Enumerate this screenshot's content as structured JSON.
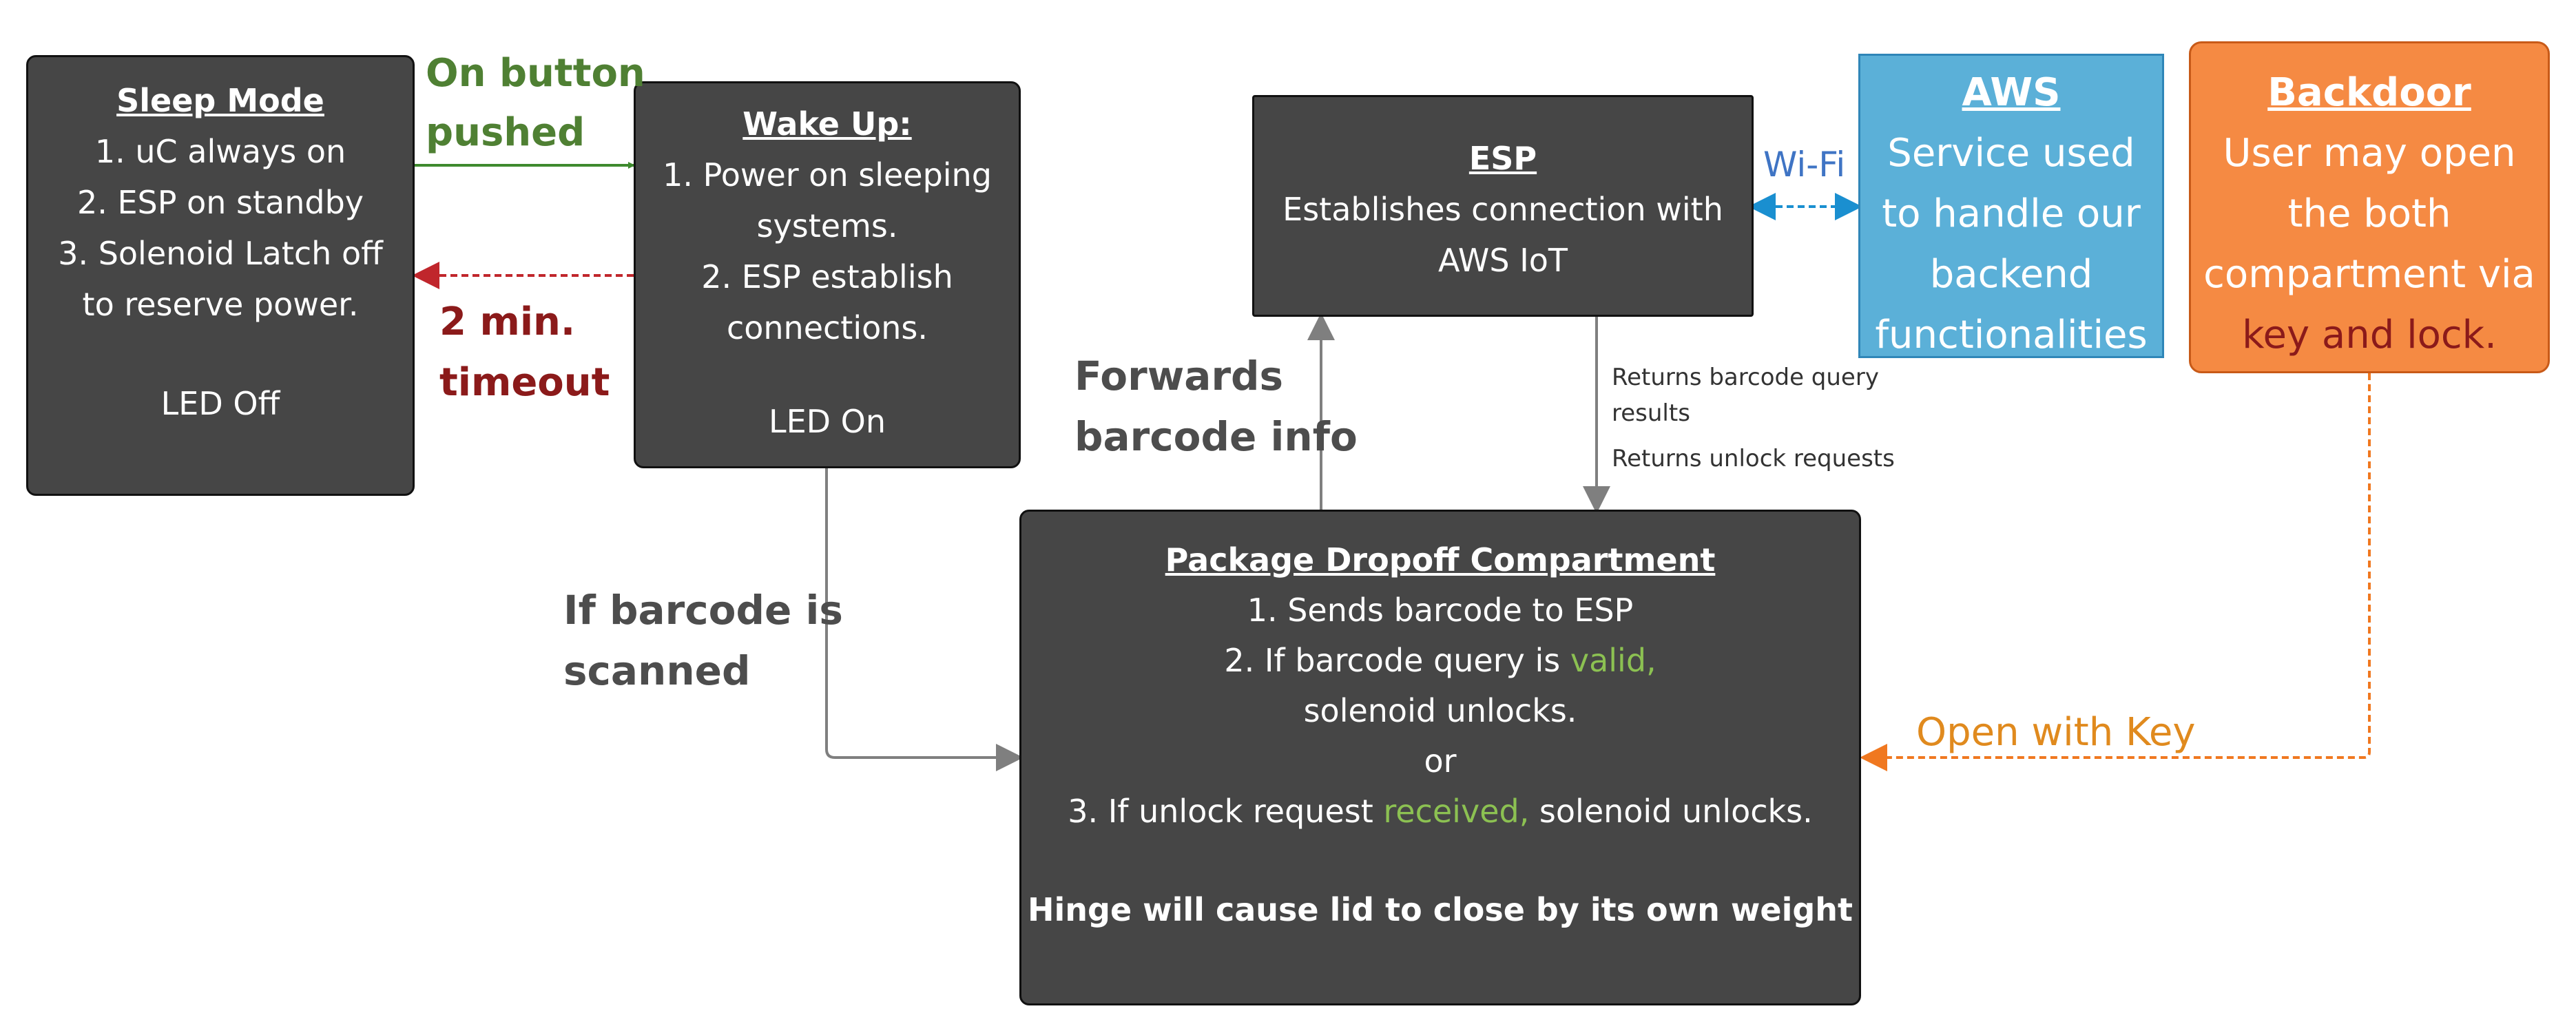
{
  "colors": {
    "box_fill": "#464646",
    "aws_fill": "#5BB0D8",
    "backdoor_fill": "#F58A43",
    "valid_green": "#8CC152",
    "on_green": "#4F8033",
    "timeout_red": "#8B1A1A",
    "wifi_blue": "#3F74C4",
    "key_orange": "#E08A1E"
  },
  "sleep": {
    "title": "Sleep Mode",
    "l1": "1. uC always on",
    "l2": "2. ESP on standby",
    "l3": "3. Solenoid Latch off",
    "l4": "to reserve power.",
    "l5": "LED Off"
  },
  "wake": {
    "title": "Wake Up:",
    "l1": "1. Power on sleeping",
    "l2": "systems.",
    "l3": "2. ESP establish",
    "l4": "connections.",
    "l5": "LED On"
  },
  "esp": {
    "title": "ESP",
    "l1": "Establishes connection with",
    "l2": "AWS IoT"
  },
  "aws": {
    "title": "AWS",
    "l1": "Service used",
    "l2": "to handle our",
    "l3": "backend",
    "l4": "functionalities"
  },
  "backdoor": {
    "title": "Backdoor",
    "l1": "User may open",
    "l2": "the both",
    "l3": "compartment via",
    "l4": "key and lock."
  },
  "package": {
    "title": "Package Dropoff Compartment",
    "l1": "1. Sends barcode to ESP",
    "l2_pre": "2. If barcode query is ",
    "l2_hl": "valid,",
    "l3": "solenoid unlocks.",
    "l4": "or",
    "l5_pre": "3. If unlock request ",
    "l5_hl": "received,",
    "l5_post": " solenoid unlocks.",
    "l6": "Hinge will cause lid to close by its own weight"
  },
  "labels": {
    "on_button_1": "On button",
    "on_button_2": "pushed",
    "timeout_1": "2 min.",
    "timeout_2": "timeout",
    "wifi": "Wi-Fi",
    "forwards_1": "Forwards",
    "forwards_2": "barcode info",
    "returns_1": "Returns barcode query",
    "returns_2": "results",
    "returns_3": "Returns unlock requests",
    "barcode_1": "If barcode is",
    "barcode_2": "scanned",
    "open_key": "Open with Key"
  }
}
